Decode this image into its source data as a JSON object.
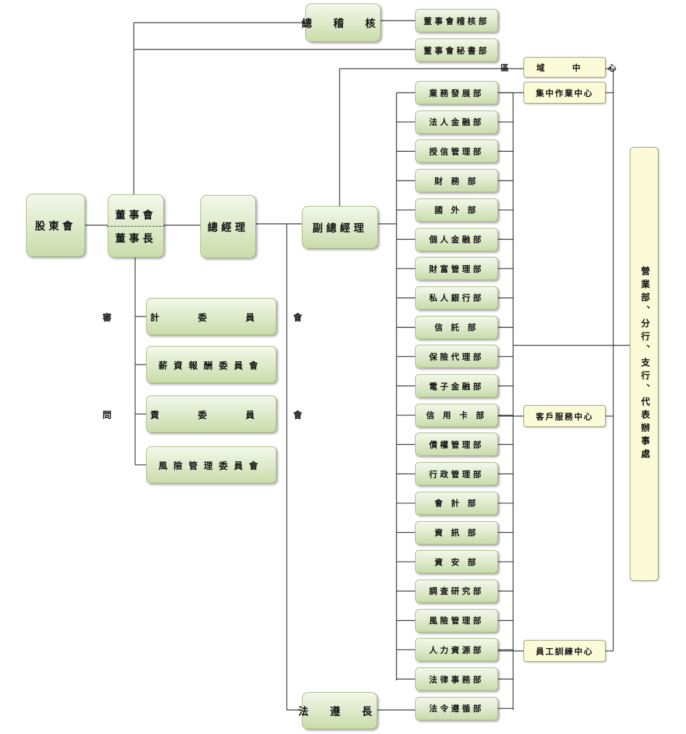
{
  "nodes": {
    "shareholders": "股東會",
    "board": "董事會",
    "chairman": "董事長",
    "president": "總經理",
    "evp": "副總經理",
    "chief_auditor": "總 稽 核",
    "compliance_chief": "法 遵 長"
  },
  "committees": [
    "審 計 委 員 會",
    "薪資報酬委員會",
    "問 責 委 員 會",
    "風險管理委員會"
  ],
  "board_departments": [
    "董事會稽核部",
    "董事會秘書部"
  ],
  "departments": [
    "業務發展部",
    "法人金融部",
    "授信管理部",
    "財 務 部",
    "國 外 部",
    "個人金融部",
    "財富管理部",
    "私人銀行部",
    "信 託 部",
    "保險代理部",
    "電子金融部",
    "信 用 卡 部",
    "債權管理部",
    "行政管理部",
    "會 計 部",
    "資 訊 部",
    "資 安 部",
    "調查研究部",
    "風險管理部",
    "人力資源部",
    "法律事務部",
    "法令遵循部"
  ],
  "centers": {
    "regional": "區 域 中 心",
    "ops": "集中作業中心",
    "customer": "客戶服務中心",
    "training": "員工訓練中心"
  },
  "branches": "營業部、分行、支行、代表辦事處",
  "colors": {
    "box_fill": "#dde9c8",
    "box_border": "#a9bf86",
    "center_fill": "#fcfbd8",
    "line": "#333333"
  }
}
